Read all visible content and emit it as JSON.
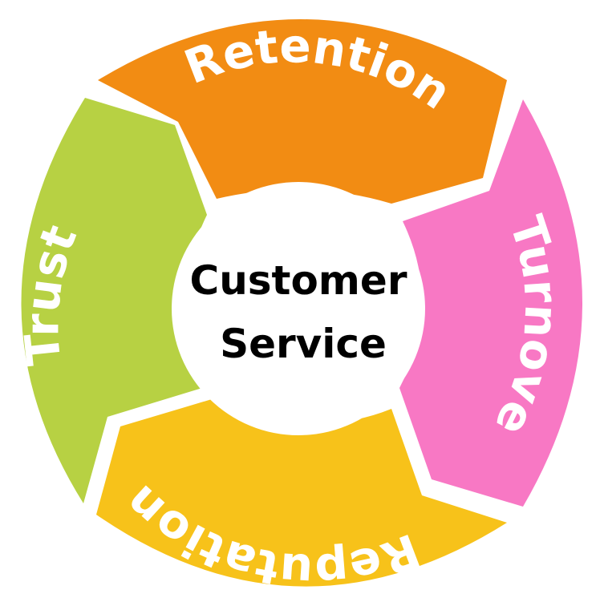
{
  "diagram": {
    "center": {
      "line1": "Customer",
      "line2": "Service",
      "color": "#ffffff"
    },
    "segments": [
      {
        "label": "Retention",
        "color": "#f28c13"
      },
      {
        "label": "Turnover",
        "color": "#f878c4"
      },
      {
        "label": "Reputation",
        "color": "#f7c21a"
      },
      {
        "label": "Trust",
        "color": "#b7d143"
      }
    ]
  }
}
